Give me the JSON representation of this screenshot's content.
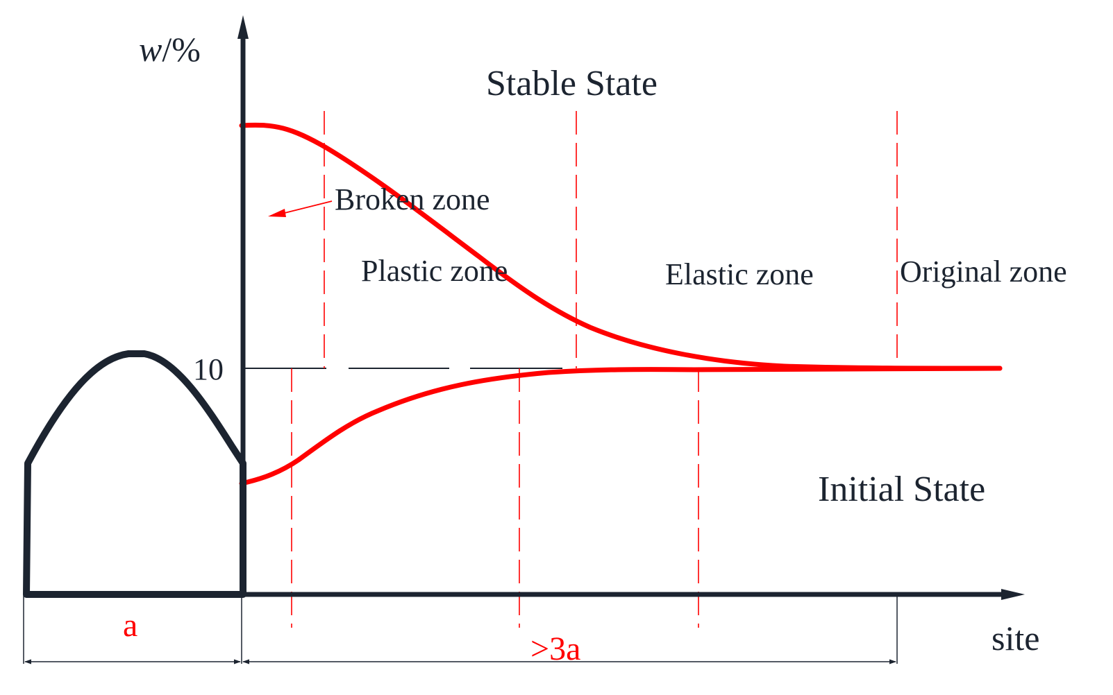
{
  "axes": {
    "y_label_var": "w",
    "y_label_unit": "/%",
    "x_label": "site",
    "y_tick": "10"
  },
  "states": {
    "stable": "Stable State",
    "initial": "Initial State"
  },
  "zones": {
    "broken": "Broken zone",
    "plastic": "Plastic zone",
    "elastic": "Elastic zone",
    "original": "Original zone"
  },
  "dimensions": {
    "width_label": "a",
    "range_label": ">3a"
  },
  "colors": {
    "axis": "#1c2430",
    "curve": "#ff0000",
    "guide": "#ff0000",
    "dimension": "#1c2430"
  }
}
